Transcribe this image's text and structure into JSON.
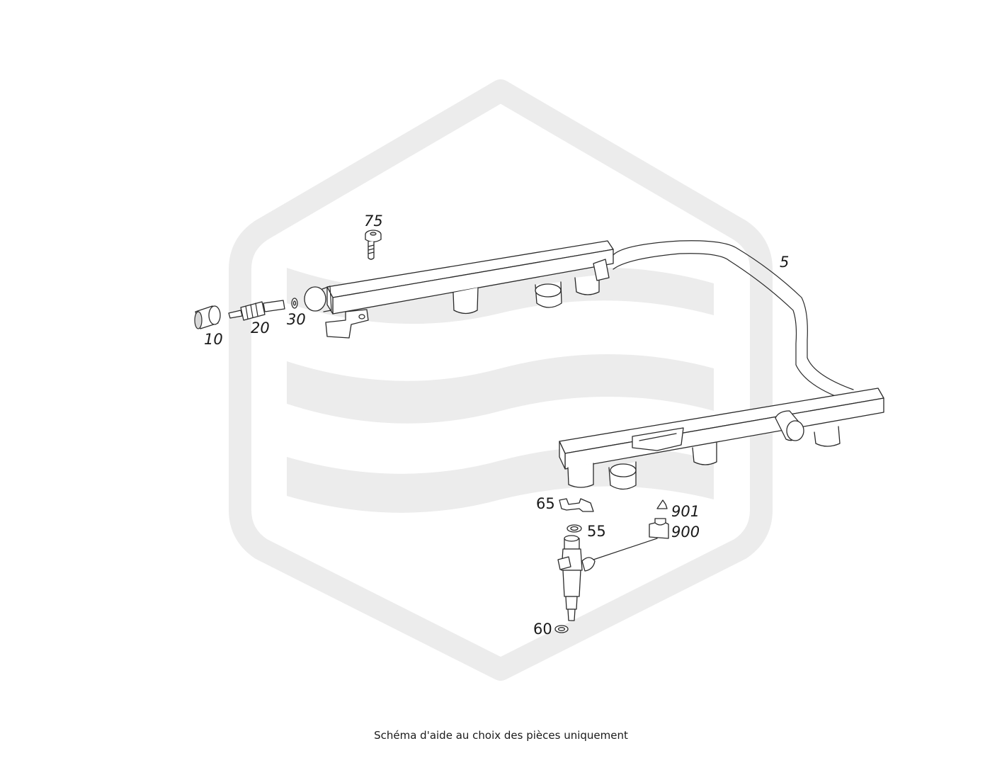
{
  "diagram": {
    "callouts": [
      {
        "id": "5",
        "label": "5"
      },
      {
        "id": "10",
        "label": "10"
      },
      {
        "id": "20",
        "label": "20"
      },
      {
        "id": "30",
        "label": "30"
      },
      {
        "id": "55",
        "label": "55"
      },
      {
        "id": "60",
        "label": "60"
      },
      {
        "id": "65",
        "label": "65"
      },
      {
        "id": "75",
        "label": "75"
      },
      {
        "id": "900",
        "label": "900"
      },
      {
        "id": "901",
        "label": "901"
      }
    ],
    "watermark": "brand-logo-watermark",
    "colors": {
      "line": "#2a2a2a",
      "watermark": "#ececec",
      "background": "#ffffff"
    }
  },
  "footer": {
    "caption": "Schéma d'aide au choix des pièces uniquement"
  }
}
